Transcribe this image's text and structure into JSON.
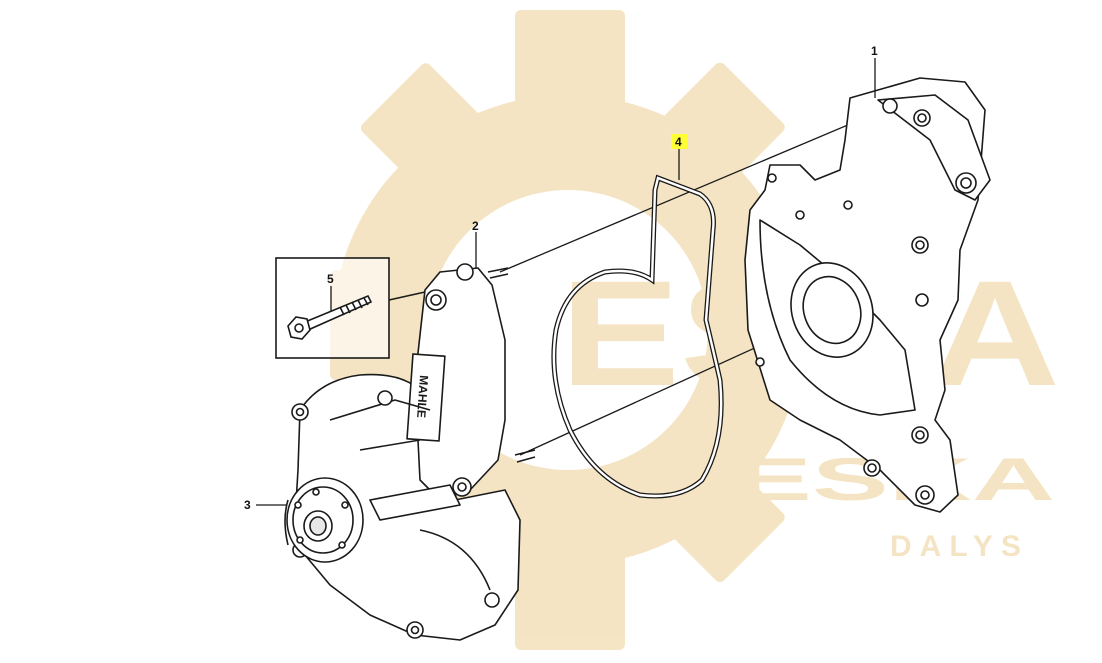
{
  "callouts": [
    {
      "id": "1",
      "label": "1"
    },
    {
      "id": "2",
      "label": "2"
    },
    {
      "id": "3",
      "label": "3"
    },
    {
      "id": "4",
      "label": "4"
    },
    {
      "id": "5",
      "label": "5"
    }
  ],
  "highlighted_callout": "4",
  "part_stamp": "MAHLE",
  "watermark": {
    "brand": "ESKA",
    "sub": "DALYS"
  },
  "colors": {
    "line": "#1a1a1a",
    "watermark": "#f1dcb0",
    "highlight": "#ffff33",
    "background": "#ffffff"
  }
}
